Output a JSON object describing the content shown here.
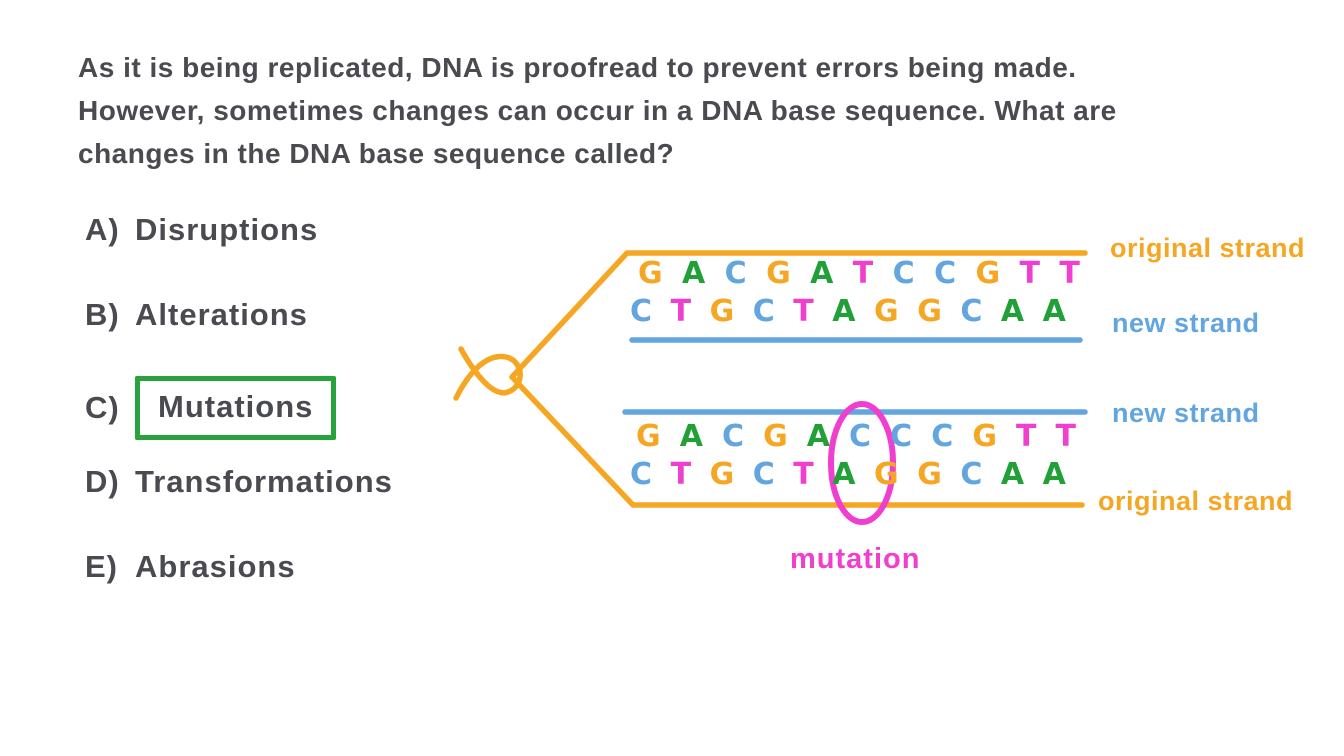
{
  "colors": {
    "ink": "#4A4A51",
    "orange": "#F5A623",
    "blue": "#62A5DF",
    "green": "#21A038",
    "magenta": "#F03ECF",
    "box_green": "#27A23C",
    "background": "#FFFFFF"
  },
  "question": {
    "lines": [
      "As it is being replicated, DNA is proofread to prevent errors being made.",
      "However, sometimes changes can occur in a DNA base sequence. What are",
      "changes in the DNA base sequence called?"
    ]
  },
  "options": [
    {
      "key": "A)",
      "label": "Disruptions"
    },
    {
      "key": "B)",
      "label": "Alterations"
    },
    {
      "key": "C)",
      "label": "Mutations",
      "highlighted": true
    },
    {
      "key": "D)",
      "label": "Transformations"
    },
    {
      "key": "E)",
      "label": "Abrasions"
    }
  ],
  "diagram": {
    "base_colors": {
      "G": "orange",
      "A": "green",
      "C": "blue",
      "T": "magenta"
    },
    "top_duplex": {
      "original_sequence": "GACGATCCGTT",
      "new_sequence": "CTGCTAGGCAA",
      "original_label": "original strand",
      "new_label": "new strand"
    },
    "bottom_duplex": {
      "new_sequence": "GACGACCCGTT",
      "original_sequence": "CTGCTAGGCAA",
      "new_label": "new strand",
      "original_label": "original strand",
      "mutated_pair_index": 5
    },
    "mutation_label": "mutation"
  }
}
